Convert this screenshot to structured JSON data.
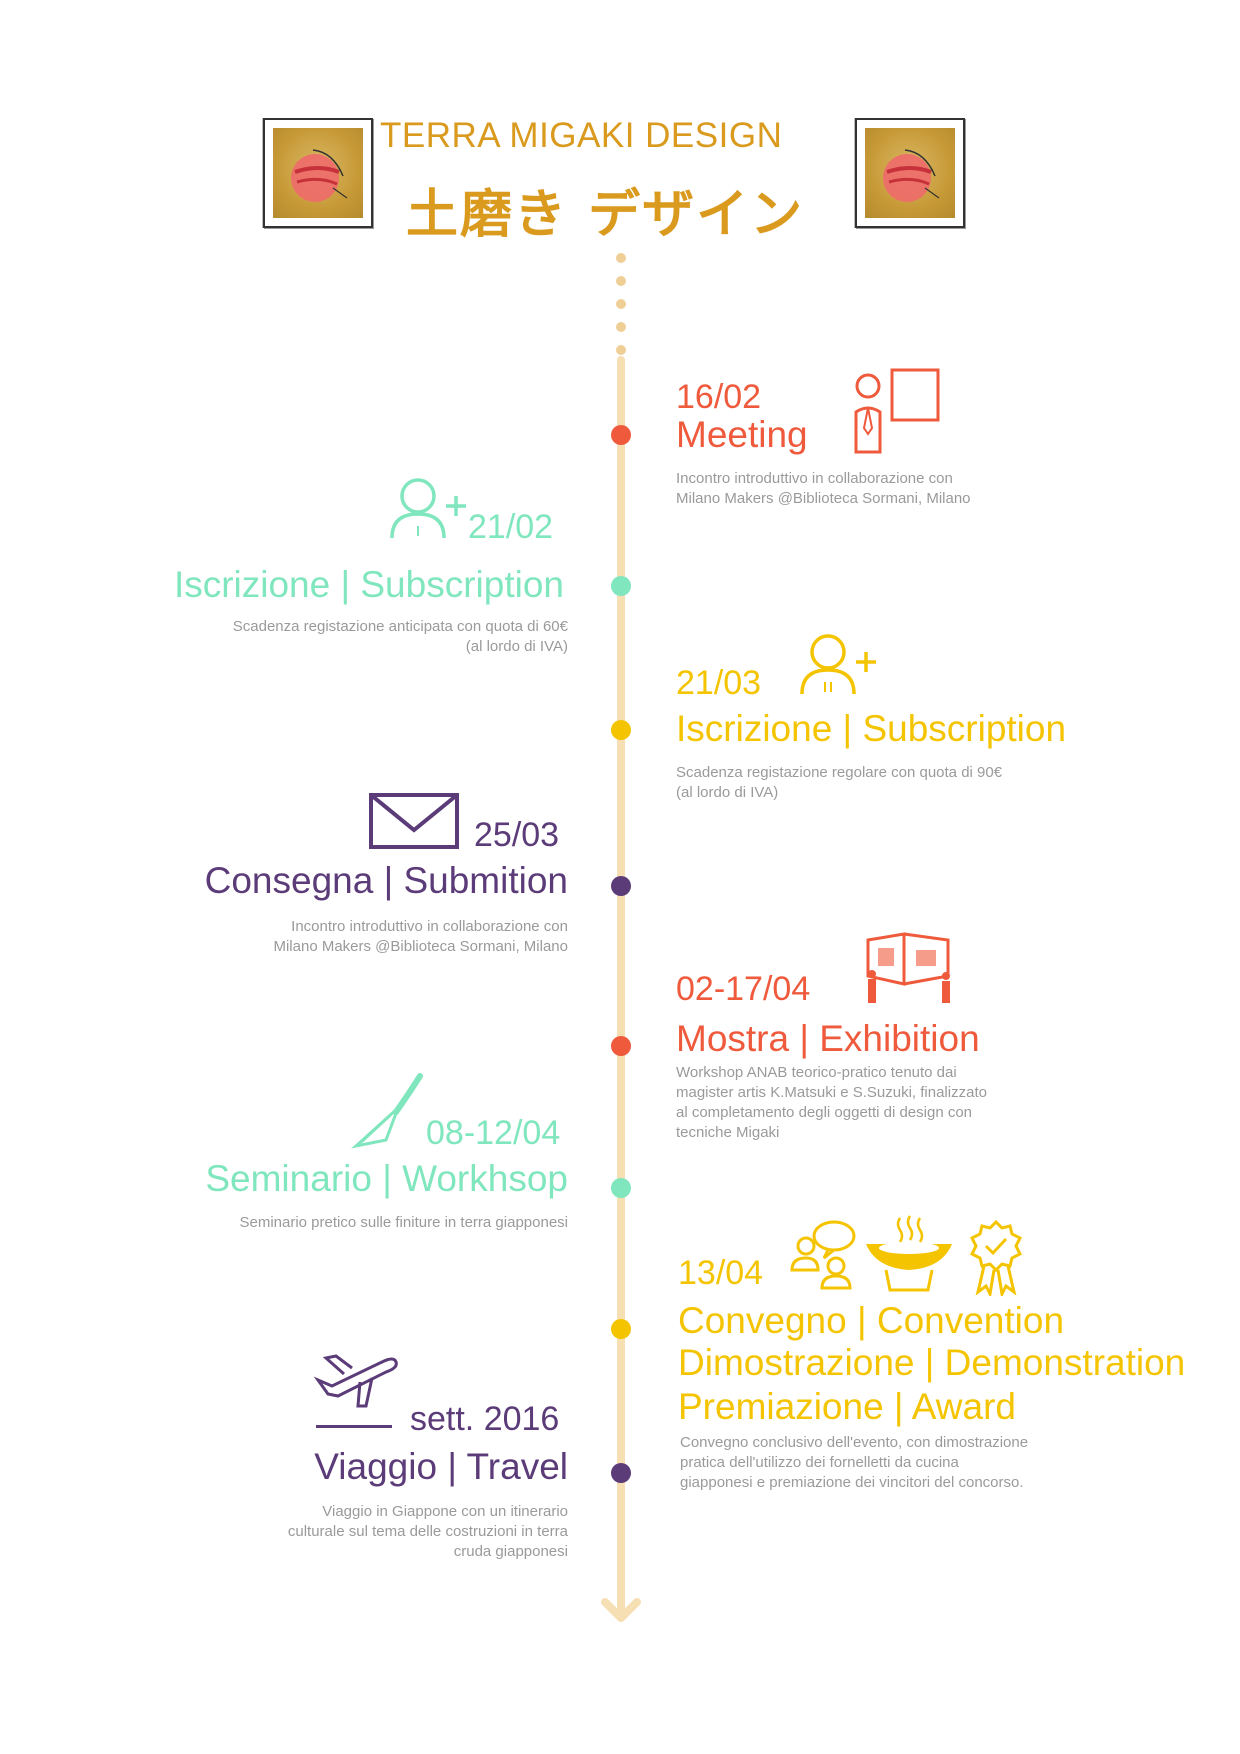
{
  "header": {
    "title": "TERRA MIGAKI DESIGN",
    "jp_title": "土磨き デザイン"
  },
  "colors": {
    "red": "#ef5a3c",
    "mint": "#7fe6bd",
    "yellow": "#f5c400",
    "purple": "#5b3b78",
    "timeline": "#f6dfb3",
    "header_gold": "#d99a1e"
  },
  "events": [
    {
      "side": "right",
      "color": "red",
      "date": "16/02",
      "title": "Meeting",
      "desc": [
        "Incontro introduttivo in collaborazione con",
        "Milano Makers @Biblioteca Sormani, Milano"
      ],
      "icons": [
        "presenter-icon"
      ]
    },
    {
      "side": "left",
      "color": "mint",
      "date": "21/02",
      "title": "Iscrizione | Subscription",
      "desc": [
        "Scadenza registazione anticipata con quota  di 60€",
        "(al lordo di IVA)"
      ],
      "icons": [
        "add-user-icon"
      ]
    },
    {
      "side": "right",
      "color": "yellow",
      "date": "21/03",
      "title": "Iscrizione | Subscription",
      "desc": [
        "Scadenza registazione regolare con quota di 90€",
        "(al lordo di IVA)"
      ],
      "icons": [
        "add-user-icon"
      ]
    },
    {
      "side": "left",
      "color": "purple",
      "date": "25/03",
      "title": "Consegna | Submition",
      "desc": [
        "Incontro introduttivo in collaborazione con",
        "Milano Makers @Biblioteca Sormani, Milano"
      ],
      "icons": [
        "envelope-icon"
      ]
    },
    {
      "side": "right",
      "color": "red",
      "date": "02-17/04",
      "title": "Mostra | Exhibition",
      "desc": [
        "Workshop ANAB teorico-pratico tenuto dai",
        "magister artis K.Matsuki e S.Suzuki, finalizzato",
        "al completamento degli oggetti di design con",
        "tecniche Migaki"
      ],
      "icons": [
        "exhibition-icon"
      ]
    },
    {
      "side": "left",
      "color": "mint",
      "date": "08-12/04",
      "title": "Seminario | Workhsop",
      "desc": [
        "Seminario pretico sulle finiture in terra giapponesi"
      ],
      "icons": [
        "trowel-icon"
      ]
    },
    {
      "side": "right",
      "color": "yellow",
      "date": "13/04",
      "titles": [
        "Convegno | Convention",
        "Dimostrazione | Demonstration",
        "Premiazione | Award"
      ],
      "desc": [
        "Convegno conclusivo dell'evento, con dimostrazione",
        "pratica dell'utilizzo dei fornelletti da cucina",
        "giapponesi e premiazione dei vincitori del concorso."
      ],
      "icons": [
        "conversation-icon",
        "cooking-pot-icon",
        "award-badge-icon"
      ]
    },
    {
      "side": "left",
      "color": "purple",
      "date": "sett. 2016",
      "title": "Viaggio | Travel",
      "desc": [
        "Viaggio in Giappone con un itinerario",
        "culturale sul tema delle costruzioni in terra",
        "cruda giapponesi"
      ],
      "icons": [
        "airplane-icon"
      ]
    }
  ]
}
